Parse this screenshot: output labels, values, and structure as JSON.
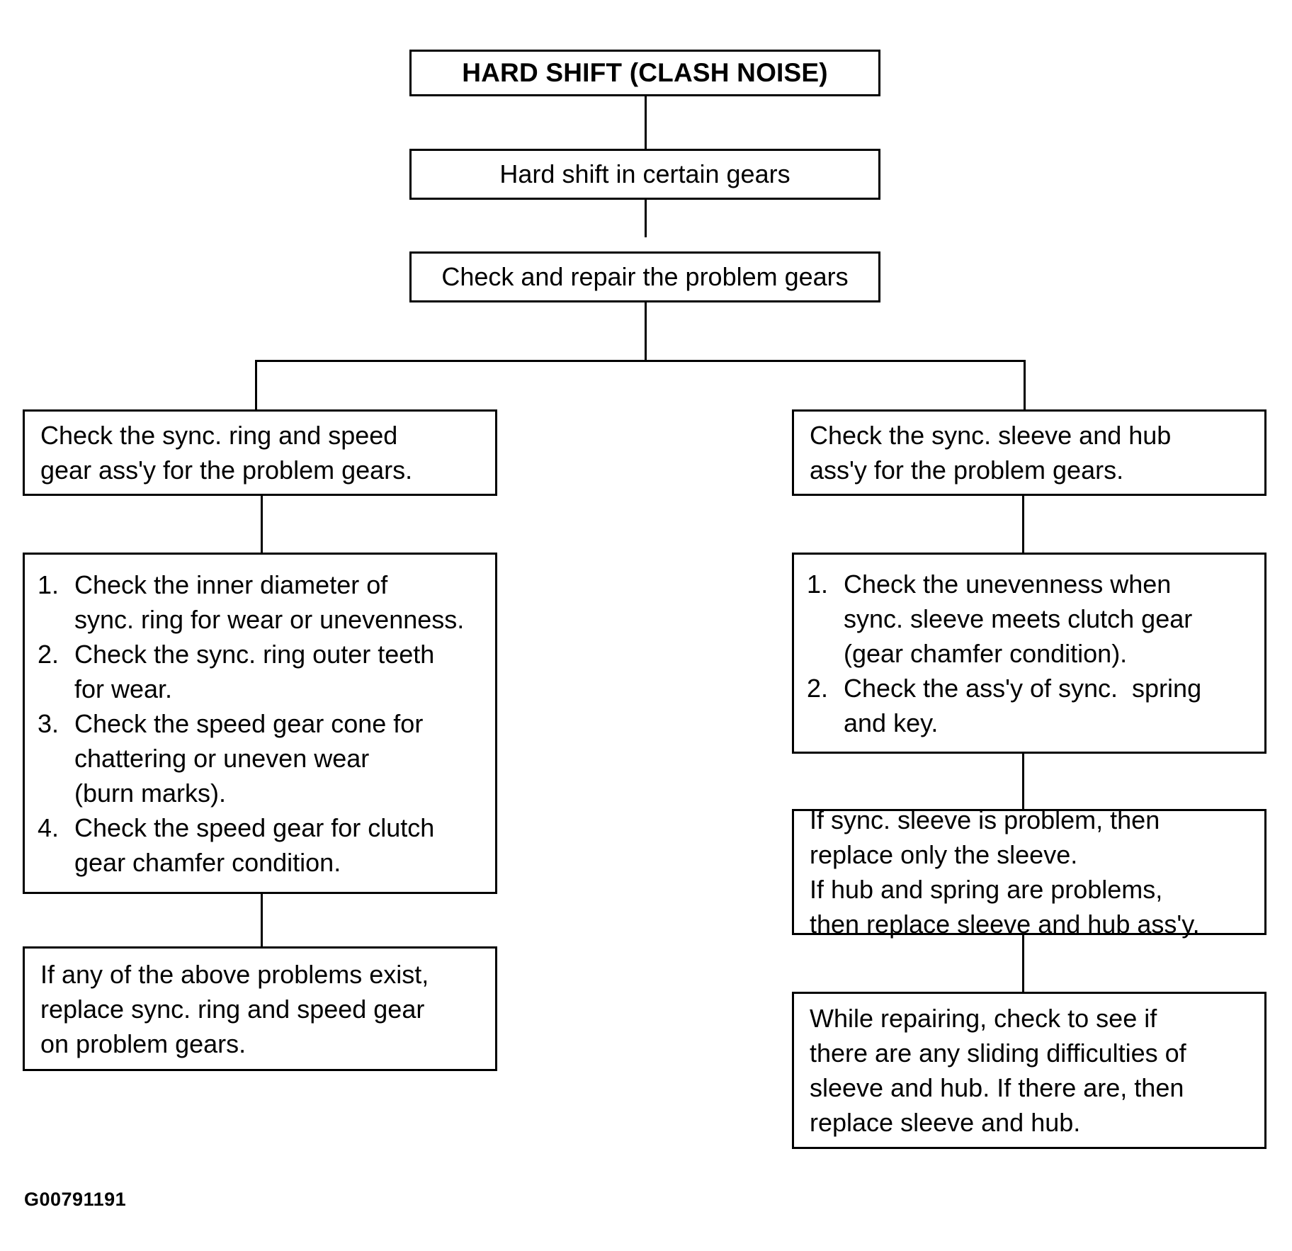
{
  "diagram": {
    "title": "HARD SHIFT (CLASH NOISE)",
    "reference_code": "G00791191",
    "nodes": {
      "root": {
        "text": "HARD SHIFT (CLASH NOISE)"
      },
      "symptom": {
        "text": "Hard shift in certain gears"
      },
      "action": {
        "text": "Check and repair the problem gears"
      },
      "left_head": {
        "line1": "Check the sync. ring and speed",
        "line2": "gear ass'y for the problem gears."
      },
      "left_list": {
        "items": [
          {
            "num": "1.",
            "line1": "Check the inner diameter of",
            "line2": "sync. ring for wear or unevenness."
          },
          {
            "num": "2.",
            "line1": "Check the sync. ring outer teeth",
            "line2": "for wear."
          },
          {
            "num": "3.",
            "line1": "Check the speed gear cone for",
            "line2": "chattering or uneven wear",
            "line3": "(burn marks)."
          },
          {
            "num": "4.",
            "line1": "Check the speed gear for clutch",
            "line2": "gear chamfer condition."
          }
        ]
      },
      "left_result": {
        "line1": "If any of the above problems exist,",
        "line2": "replace sync. ring and speed gear",
        "line3": "on problem gears."
      },
      "right_head": {
        "line1": "Check the sync. sleeve and hub",
        "line2": "ass'y for the problem gears."
      },
      "right_list": {
        "items": [
          {
            "num": "1.",
            "line1": "Check the unevenness when",
            "line2": "sync. sleeve meets clutch gear",
            "line3": "(gear chamfer condition)."
          },
          {
            "num": "2.",
            "line1": "Check the ass'y of sync.  spring",
            "line2": "and key."
          }
        ]
      },
      "right_result": {
        "line1": "If sync. sleeve is problem, then",
        "line2": "replace only the sleeve.",
        "line3": "If hub and spring are problems,",
        "line4": "then replace sleeve and hub ass'y."
      },
      "right_note": {
        "line1": "While repairing, check to see if",
        "line2": "there are any sliding difficulties of",
        "line3": "sleeve and hub. If there are, then",
        "line4": "replace sleeve and hub."
      }
    },
    "colors": {
      "line": "#000000",
      "background": "#ffffff",
      "text": "#000000"
    }
  }
}
